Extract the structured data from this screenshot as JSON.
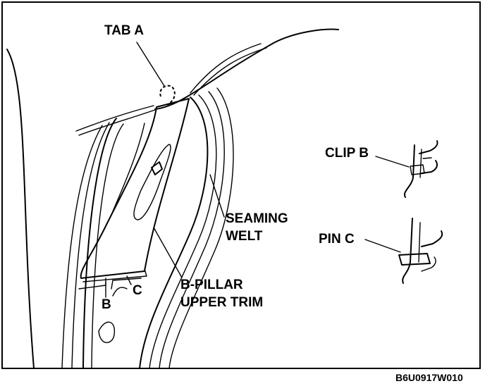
{
  "labels": {
    "tab_a": "TAB A",
    "clip_b": "CLIP B",
    "pin_c": "PIN C",
    "seaming_welt_line1": "SEAMING",
    "seaming_welt_line2": "WELT",
    "b_pillar_line1": "B-PILLAR",
    "b_pillar_line2": "UPPER TRIM",
    "marker_b": "B",
    "marker_c": "C"
  },
  "figure_code": "B6U0917W010"
}
